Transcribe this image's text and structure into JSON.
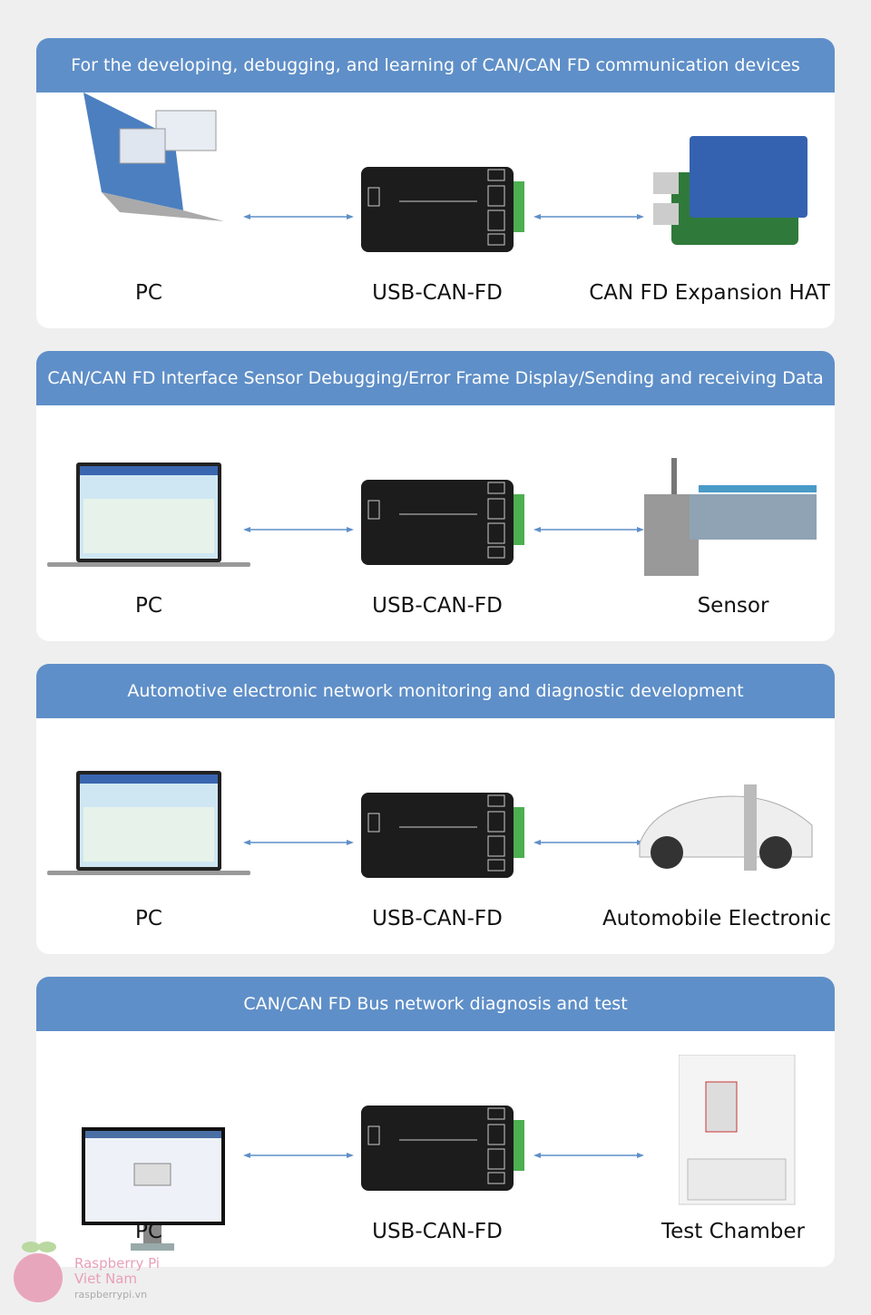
{
  "panels": [
    {
      "title": "For the developing, debugging, and learning of CAN/CAN FD communication devices",
      "left_label": "PC",
      "center_label": "USB-CAN-FD",
      "right_label": "CAN FD Expansion HAT",
      "left_icon": "laptop-mail-icon",
      "right_icon": "can-fd-hat-icon"
    },
    {
      "title": "CAN/CAN FD Interface Sensor Debugging/Error Frame Display/Sending and receiving Data",
      "left_label": "PC",
      "center_label": "USB-CAN-FD",
      "right_label": "Sensor",
      "left_icon": "laptop-icon",
      "right_icon": "industrial-machine-icon"
    },
    {
      "title": "Automotive electronic network monitoring and diagnostic development",
      "left_label": "PC",
      "center_label": "USB-CAN-FD",
      "right_label": "Automobile Electronic",
      "left_icon": "laptop-icon",
      "right_icon": "car-charging-icon"
    },
    {
      "title": "CAN/CAN FD Bus network diagnosis and test",
      "left_label": "PC",
      "center_label": "USB-CAN-FD",
      "right_label": "Test Chamber",
      "left_icon": "monitor-icon",
      "right_icon": "test-chamber-icon"
    }
  ],
  "watermark": {
    "line1": "Raspberry Pi",
    "line2": "Viet Nam",
    "url": "raspberrypi.vn"
  },
  "colors": {
    "header": "#5f8fc8",
    "arrow": "#5f8fc8"
  }
}
